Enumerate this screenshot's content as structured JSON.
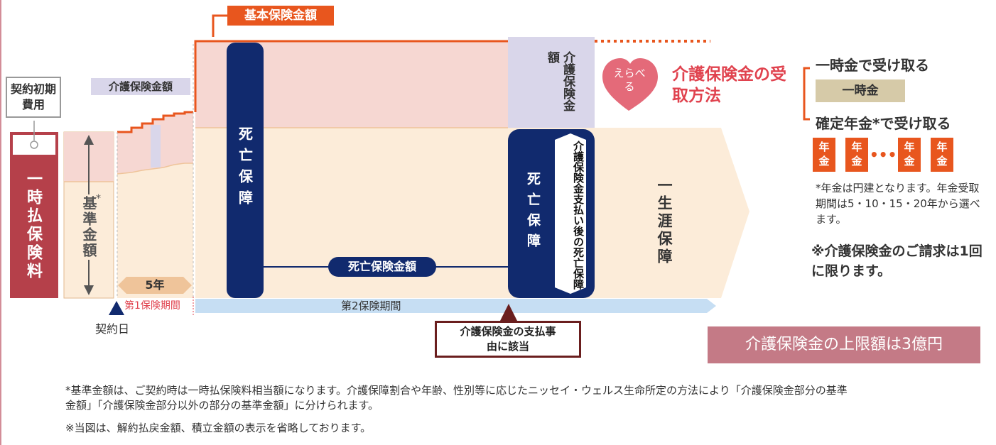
{
  "colors": {
    "orange": "#e8561e",
    "navy": "#112a6e",
    "deep_red": "#b5404a",
    "pink_fill": "#f6d7d2",
    "cream_fill": "#fcecd9",
    "lavender": "#d9d6ea",
    "light_blue": "#c6def3",
    "tan": "#efc49a",
    "khaki": "#d6caa8",
    "dark_maroon": "#6a1e1e",
    "mauve": "#c47a86",
    "heart": "#e46a79",
    "red_text": "#e0424e"
  },
  "labels": {
    "base_amount_tag": "基本保険金額",
    "initial_cost": "契約初期費用",
    "premium": "一時払保険料",
    "standard_amount": "基準金額",
    "standard_amount_mark": "*",
    "care_amount_tag": "介護保険金額",
    "years": "5年",
    "period1": "第1保険期間",
    "period2": "第2保険期間",
    "contract_date": "契約日",
    "death_benefit_1": "死亡保障",
    "death_amount": "死亡保険金額",
    "care_amount_vertical": "介護保険金額",
    "death_benefit_2": "死亡保障",
    "post_care_death": "介護保険金支払い後の死亡保障",
    "lifetime": "一生涯保障",
    "event": "介護保険金の支払事由に該当",
    "limit": "介護保険金の上限額は3億円"
  },
  "receive": {
    "heart_text": "えらべる",
    "title": "介護保険金の受取方法",
    "option1": "一時金で受け取る",
    "lump_sum": "一時金",
    "option2": "確定年金*で受け取る",
    "annuity_box": "年金",
    "ellipsis": "•••",
    "annuity_note": "*年金は円建となります。年金受取期間は5・10・15・20年から選べます。",
    "claim_note": "※介護保険金のご請求は1回に限ります。"
  },
  "footnotes": {
    "note1": "*基準金額は、ご契約時は一時払保険料相当額になります。介護保障割合や年齢、性別等に応じたニッセイ・ウェルス生命所定の方法により「介護保険金部分の基準金額」「介護保険金部分以外の部分の基準金額」に分けられます。",
    "note2": "※当図は、解約払戻金額、積立金額の表示を省略しております。"
  }
}
